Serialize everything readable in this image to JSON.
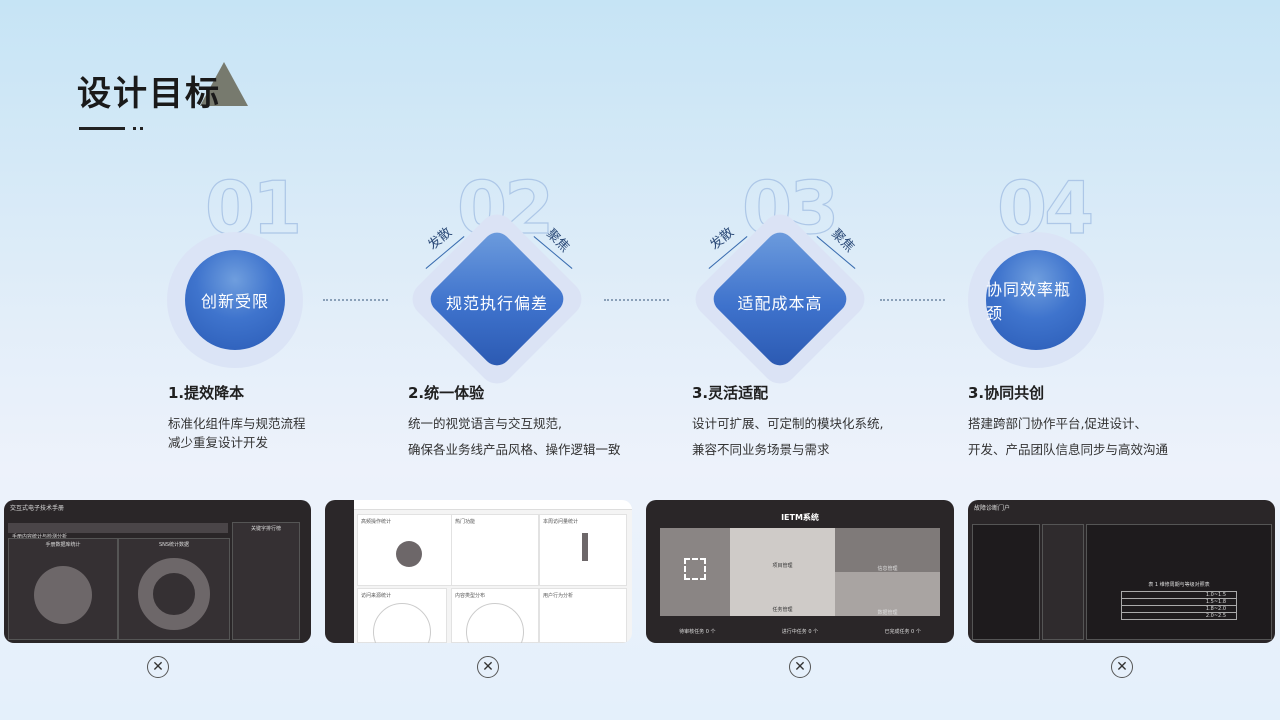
{
  "title": "设计目标",
  "steps": [
    {
      "num": "01",
      "label": "创新受限",
      "heading": "1.提效降本",
      "desc1": "标准化组件库与规范流程",
      "desc2": "减少重复设计开发"
    },
    {
      "num": "02",
      "label": "规范执行偏差",
      "heading": "2.统一体验",
      "desc1": "统一的视觉语言与交互规范,",
      "desc2": "确保各业务线产品风格、操作逻辑一致",
      "left_tag": "发散",
      "right_tag": "聚焦"
    },
    {
      "num": "03",
      "label": "适配成本高",
      "heading": "3.灵活适配",
      "desc1": "设计可扩展、可定制的模块化系统,",
      "desc2": "兼容不同业务场景与需求",
      "left_tag": "发散",
      "right_tag": "聚焦"
    },
    {
      "num": "04",
      "label": "协同效率瓶颈",
      "heading": "3.协同共创",
      "desc1": "搭建跨部门协作平台,促进设计、",
      "desc2": "开发、产品团队信息同步与高效沟通"
    }
  ],
  "shots": {
    "s1": {
      "app_title": "交互式电子技术手册",
      "bar": "手册内容统计与检测分析",
      "left_chart": "手册数据库统计",
      "right_chart": "SNS统计数据",
      "side_title": "关键字排行榜"
    },
    "s2": {
      "cards": [
        "高频操作统计",
        "热门功能",
        "本周访问量统计",
        "访问来源统计",
        "内容类型分布",
        "用户行为分析"
      ]
    },
    "s3": {
      "app_title": "IETM系统",
      "tile1": "项目管理",
      "tile2": "任务管理",
      "tile3": "信息管理",
      "tile4": "数据管理",
      "footer": [
        "待审核任务 0 个",
        "进行中任务 0 个",
        "已完成任务 0 个"
      ]
    },
    "s4": {
      "app_title": "故障诊断门户",
      "table_caption": "表 1 维修周期与等级对照表",
      "rows": [
        "1.0~1.5",
        "1.5~1.8",
        "1.8~2.0",
        "2.0~2.5"
      ]
    }
  },
  "close_symbol": "✕"
}
